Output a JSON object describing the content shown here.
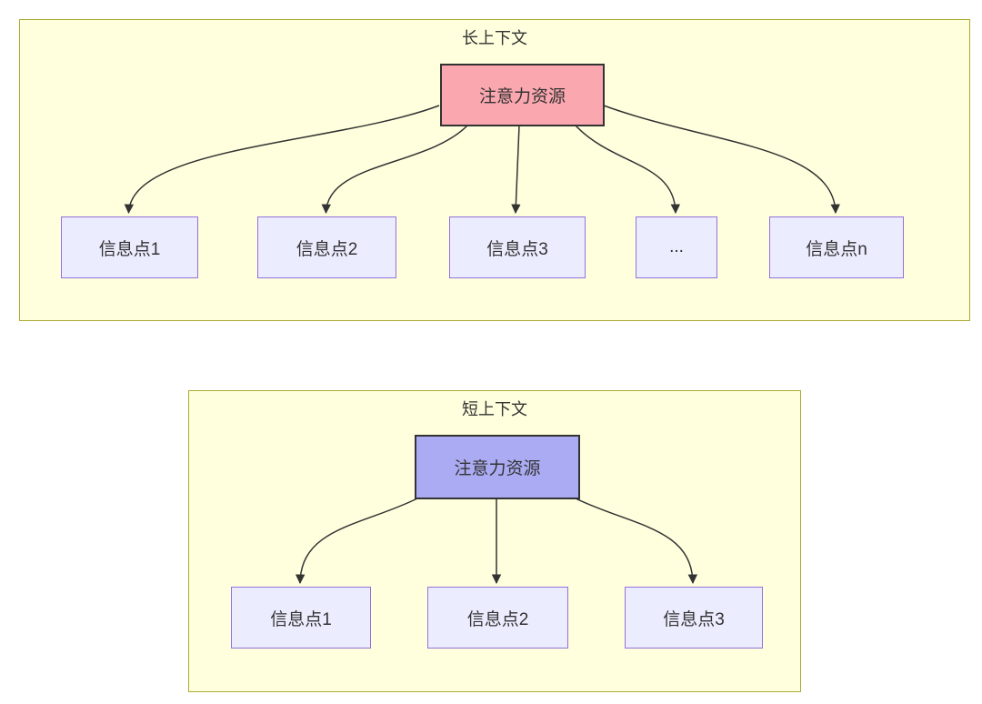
{
  "diagram": {
    "type": "comparison-flow-diagram",
    "colors": {
      "container_fill": "#ffffde",
      "container_border": "#aaaa33",
      "node_fill": "#ececff",
      "node_border": "#9370db",
      "attention_fill_long": "#faa7af",
      "attention_fill_short": "#ababf3",
      "attention_border": "#333333",
      "edge_color": "#333333",
      "text_color": "#333333"
    },
    "sections": [
      {
        "id": "long-context",
        "title": "长上下文",
        "attention": "注意力资源",
        "items": [
          "信息点1",
          "信息点2",
          "信息点3",
          "...",
          "信息点n"
        ]
      },
      {
        "id": "short-context",
        "title": "短上下文",
        "attention": "注意力资源",
        "items": [
          "信息点1",
          "信息点2",
          "信息点3"
        ]
      }
    ]
  }
}
